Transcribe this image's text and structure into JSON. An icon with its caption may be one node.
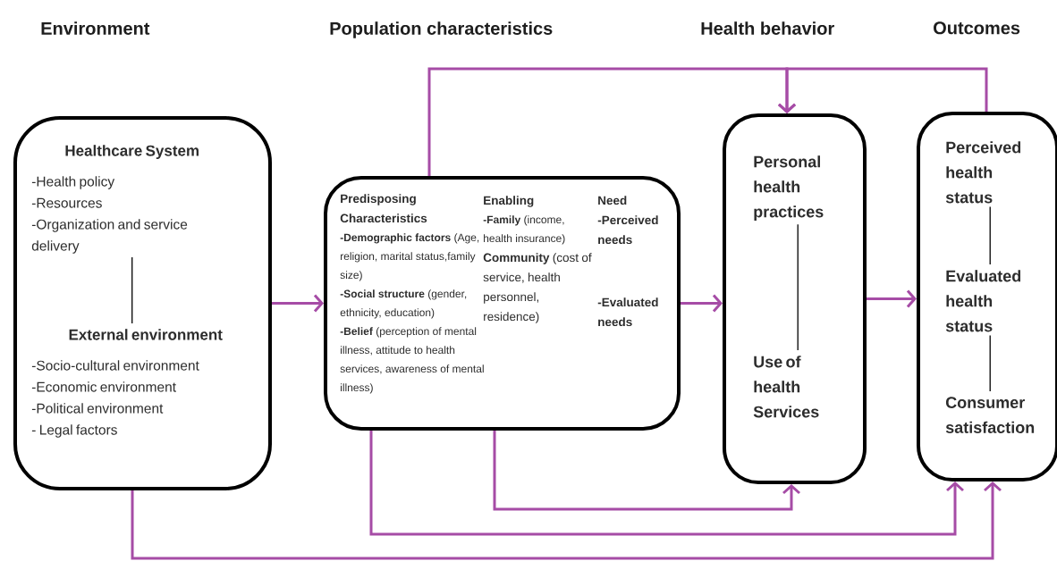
{
  "diagram": {
    "nodes": [
      {
        "text": [],
        "shape": "box"
      },
      {
        "text": [
          "Healthcare System",
          "-Health policy",
          "-Resources",
          "-Organization and service delivery"
        ],
        "in": 0
      },
      {
        "text": [
          "External environment",
          "-Socio-cultural environment",
          "-Economic environment",
          "-Political environment",
          "- Legal factors"
        ],
        "in": 0
      },
      {
        "text": [],
        "shape": "box"
      },
      {
        "text": [
          "Predisposing Characteristics",
          "**-Demographic factors** (Age, religion, marital status,family size)",
          "**-Social structure** (gender, ethnicity, education)",
          "**-Belief** (perception of mental illness, attitude to health services, awareness of mental illness)"
        ],
        "in": 3
      },
      {
        "text": [
          "Enabling",
          "**-Family** (income, health insurance)",
          "**Community** (cost of service, health personnel, residence)"
        ],
        "in": 3
      },
      {
        "text": [
          "Need",
          "-Perceived needs",
          "-Evaluated needs"
        ],
        "in": 3
      },
      {
        "text": [],
        "shape": "box"
      },
      {
        "text": [
          "Personal health practices"
        ],
        "in": 7
      },
      {
        "text": [
          "Use of health Services"
        ],
        "in": 7
      },
      {
        "text": [],
        "shape": "box"
      },
      {
        "text": [
          "Perceived health status"
        ],
        "in": 10
      },
      {
        "text": [
          "Evaluated health status"
        ],
        "in": 10
      },
      {
        "text": [
          "Consumer satisfaction"
        ],
        "in": 10
      }
    ],
    "edges": [
      {
        "from": 0,
        "to": 3,
        "arrow": "to"
      },
      {
        "from": 3,
        "to": 7,
        "arrow": "to"
      },
      {
        "from": 7,
        "to": 10,
        "arrow": "to"
      },
      {
        "from": 3,
        "to": 7,
        "arrow": "to"
      },
      {
        "from": 10,
        "to": 7,
        "arrow": "to"
      },
      {
        "from": 3,
        "to": 7,
        "arrow": "to"
      },
      {
        "from": 3,
        "to": 10,
        "arrow": "to"
      },
      {
        "from": 0,
        "to": 10,
        "arrow": "to"
      },
      {
        "from": 1,
        "to": 2,
        "arrow": "none",
        "color": "#000000"
      },
      {
        "from": 8,
        "to": 9,
        "arrow": "none",
        "color": "#000000"
      },
      {
        "from": 11,
        "to": 12,
        "arrow": "none",
        "color": "#000000"
      },
      {
        "from": 12,
        "to": 13,
        "arrow": "none",
        "color": "#000000"
      }
    ],
    "labels": [
      "Environment",
      "Population characteristics",
      "Health behavior",
      "Outcomes"
    ]
  }
}
